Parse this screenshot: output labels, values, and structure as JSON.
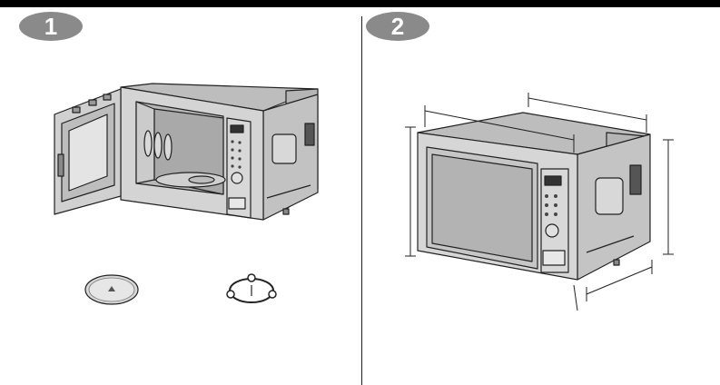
{
  "steps": [
    {
      "number": "1"
    },
    {
      "number": "2"
    }
  ],
  "figures": {
    "step1": [
      "microwave-open-door",
      "glass-turntable",
      "roller-ring"
    ],
    "step2": [
      "microwave-with-dimensions"
    ]
  },
  "colors": {
    "badge": "#8a8a8a",
    "body": "#c8c8c8",
    "dark": "#333333"
  }
}
